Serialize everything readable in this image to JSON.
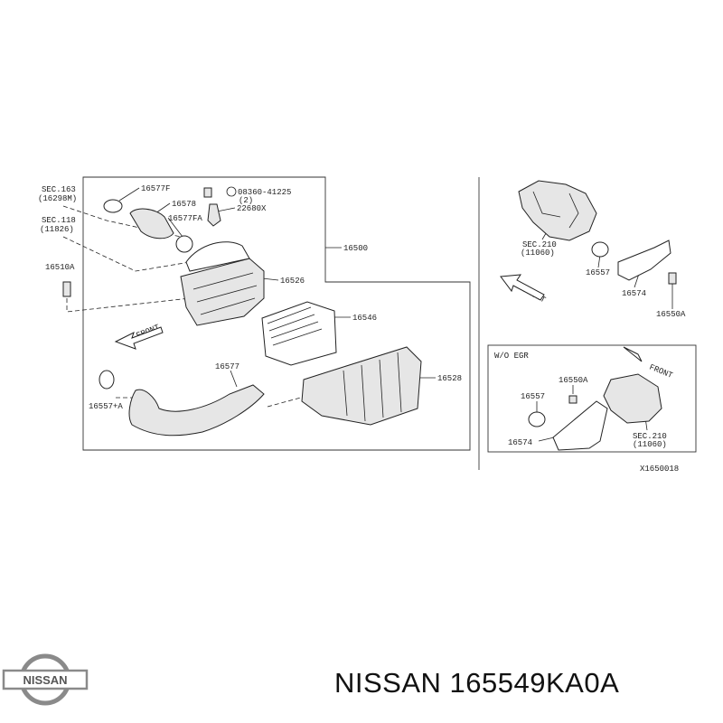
{
  "diagram": {
    "labels": {
      "sec163": "SEC.163",
      "ref16298m": "(16298M)",
      "sec118": "SEC.118",
      "ref11826": "(11826)",
      "p16510a": "16510A",
      "p16577f": "16577F",
      "p16578": "16578",
      "p16577fa": "16577FA",
      "p08360": "08360-41225",
      "qty2": "(2)",
      "p22680x": "22680X",
      "p16500": "16500",
      "p16526": "16526",
      "p16546": "16546",
      "p16577": "16577",
      "p16557a": "16557+A",
      "p16528": "16528",
      "front1": "FRONT",
      "sec210a": "SEC.210",
      "ref11060a": "(11060)",
      "p16557r": "16557",
      "p16574r": "16574",
      "p16550ar": "16550A",
      "front2": "FRONT",
      "woegr": "W/O EGR",
      "front3": "FRONT",
      "p16550ab": "16550A",
      "p16557b": "16557",
      "p16574b": "16574",
      "sec210b": "SEC.210",
      "ref11060b": "(11060)",
      "drawing_no": "X1650018"
    }
  },
  "logo": {
    "text": "NISSAN"
  },
  "caption": {
    "text": "NISSAN 165549KA0A"
  },
  "colors": {
    "ink": "#222222",
    "logo_metal": "#8a8a8a"
  }
}
